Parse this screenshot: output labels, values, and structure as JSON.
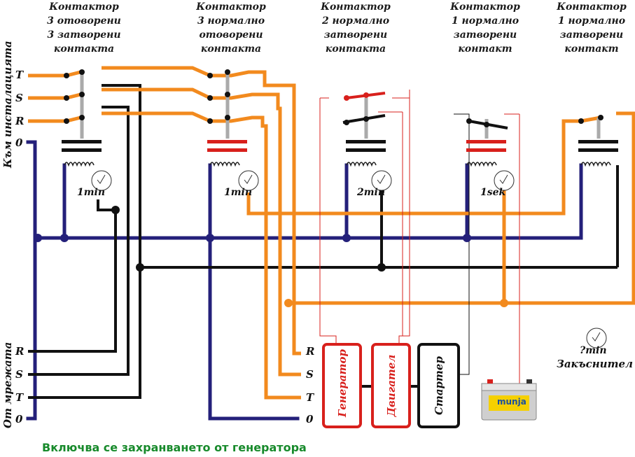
{
  "contactors": [
    {
      "line1": "Контактор",
      "line2": "3 отоворени",
      "line3": "3 затворени",
      "line4": "контакта"
    },
    {
      "line1": "Контактор",
      "line2": "3 нормално",
      "line3": "отоворени",
      "line4": "контакта"
    },
    {
      "line1": "Контактор",
      "line2": "2 нормално",
      "line3": "затворени",
      "line4": "контакта"
    },
    {
      "line1": "Контактор",
      "line2": "1 нормално",
      "line3": "затворени",
      "line4": "контакт"
    },
    {
      "line1": "Контактор",
      "line2": "1 нормално",
      "line3": "затворени",
      "line4": "контакт"
    }
  ],
  "left_top_label": "Към инсталацията",
  "left_bottom_label": "От мрежата",
  "top_phases": [
    "T",
    "S",
    "R",
    "0"
  ],
  "left_bottom_phases": [
    "R",
    "S",
    "T",
    "0"
  ],
  "right_bottom_phases": [
    "R",
    "S",
    "T",
    "0"
  ],
  "timers": [
    "1min",
    "1min",
    "2min",
    "1sek"
  ],
  "delay_timer": {
    "value": "?min",
    "label": "Закъснител"
  },
  "units": {
    "generator": "Генератор",
    "engine": "Двигател",
    "starter": "Стартер"
  },
  "battery_brand": "munja",
  "footer": "Включва се захранването от генератора",
  "colors": {
    "orange": "#f28a1e",
    "navy": "#24207a",
    "black": "#111111",
    "red": "#d8201c",
    "gray": "#aaaaaa",
    "green": "#178a2b"
  }
}
